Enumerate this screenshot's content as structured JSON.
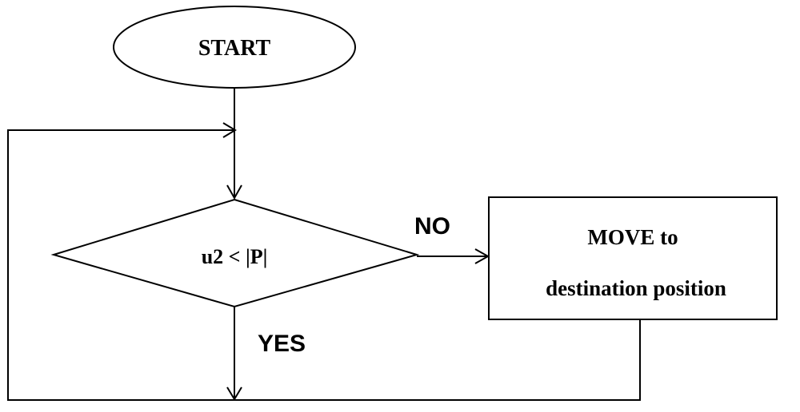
{
  "start_node": {
    "label": "START"
  },
  "decision_node": {
    "label": "u2 < |P|"
  },
  "process_node": {
    "line1": "MOVE to",
    "line2": "destination position"
  },
  "edges": {
    "no_label": "NO",
    "yes_label": "YES"
  },
  "colors": {
    "stroke": "#000000",
    "fill": "#ffffff"
  }
}
